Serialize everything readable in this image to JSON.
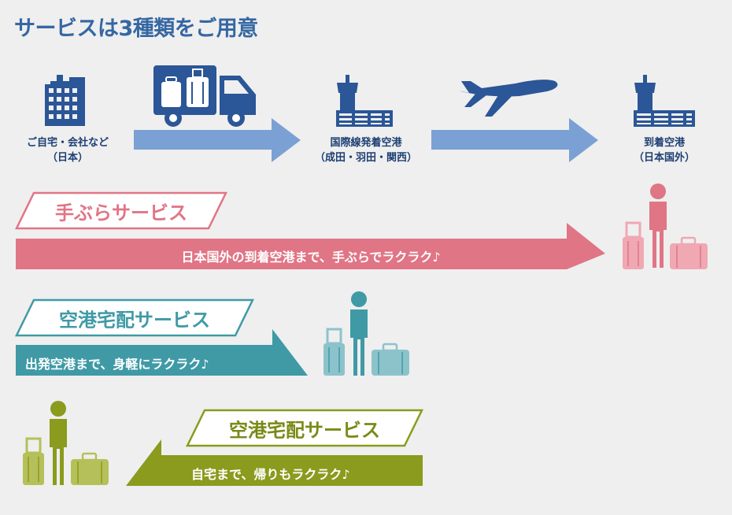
{
  "title": "サービスは3種類をご用意",
  "route": {
    "origin": {
      "line1": "ご自宅・会社など",
      "line2": "（日本）"
    },
    "departure": {
      "line1": "国際線発着空港",
      "line2": "（成田・羽田・関西）"
    },
    "arrival": {
      "line1": "到着空港",
      "line2": "（日本国外）"
    }
  },
  "services": [
    {
      "name": "手ぶらサービス",
      "tagline": "日本国外の到着空港まで、手ぶらでラクラク♪"
    },
    {
      "name": "空港宅配サービス",
      "tagline": "出発空港まで、身軽にラクラク♪"
    },
    {
      "name": "空港宅配サービス",
      "tagline": "自宅まで、帰りもラクラク♪"
    }
  ],
  "colors": {
    "navy": "#2b5697",
    "route_arrow": "#7ba1d4",
    "pink": "#e07585",
    "teal": "#3f9aa6",
    "olive": "#8a9b1e"
  },
  "icons": [
    "building-icon",
    "truck-icon",
    "airport-tower-icon",
    "airplane-icon",
    "person-icon",
    "suitcase-icon"
  ]
}
